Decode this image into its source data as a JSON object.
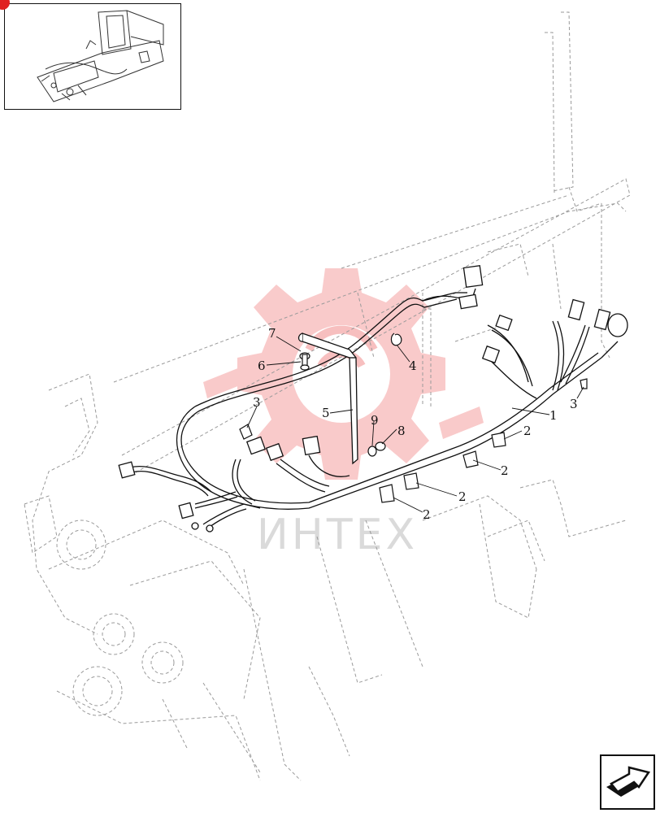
{
  "diagram": {
    "callouts": [
      {
        "id": "c1",
        "text": "1"
      },
      {
        "id": "c2a",
        "text": "2"
      },
      {
        "id": "c2b",
        "text": "2"
      },
      {
        "id": "c2c",
        "text": "2"
      },
      {
        "id": "c2d",
        "text": "2"
      },
      {
        "id": "c3a",
        "text": "3"
      },
      {
        "id": "c3b",
        "text": "3"
      },
      {
        "id": "c4",
        "text": "4"
      },
      {
        "id": "c5",
        "text": "5"
      },
      {
        "id": "c6",
        "text": "6"
      },
      {
        "id": "c7",
        "text": "7"
      },
      {
        "id": "c8",
        "text": "8"
      },
      {
        "id": "c9",
        "text": "9"
      }
    ]
  },
  "watermark": {
    "text": "ИНТЕХ",
    "color": "#e83030"
  },
  "icons": {
    "nav": "next-page-arrow-icon",
    "thumbnail": "tractor-frame-thumbnail-icon",
    "logo": "gear-watermark-icon"
  },
  "colors": {
    "line": "#111111",
    "hidden_line": "#9a9a9a",
    "watermark_red": "#e83030"
  }
}
